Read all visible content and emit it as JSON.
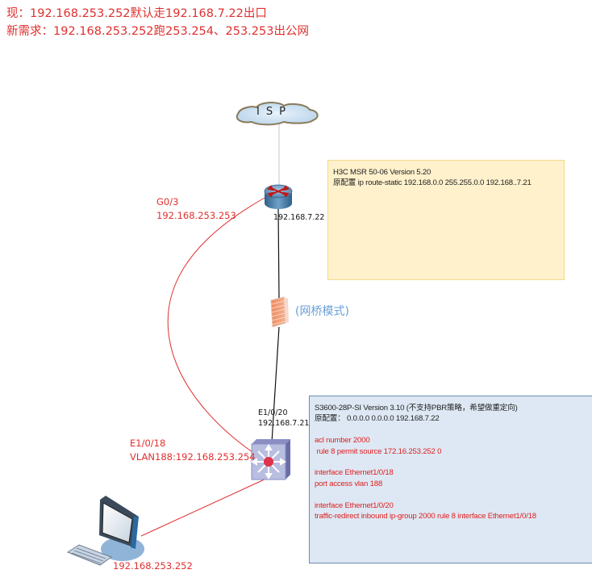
{
  "header": {
    "line1": "现：192.168.253.252默认走192.168.7.22出口",
    "line2": "新需求：192.168.253.252跑253.254、253.253出公网"
  },
  "nodes": {
    "isp": {
      "label": "ISP",
      "icon": "cloud-icon"
    },
    "router": {
      "icon": "router-icon",
      "ip_label": "192.168.7.22",
      "port_label": "G0/3",
      "port_ip": "192.168.253.253"
    },
    "firewall": {
      "icon": "firewall-icon",
      "mode_label": "(网桥模式)"
    },
    "switch": {
      "icon": "layer3-switch-icon",
      "uplink_port": "E1/0/20",
      "uplink_ip": "192.168.7.21",
      "access_port": "E1/0/18",
      "access_vlan_ip": "VLAN188:192.168.253.254"
    },
    "pc": {
      "icon": "desktop-pc-icon",
      "ip_label": "192.168.253.252"
    }
  },
  "notes": {
    "router": {
      "line1": "H3C  MSR 50-06    Version 5.20",
      "line2": "原配置  ip route-static 192.168.0.0 255.255.0.0 192.168..7.21"
    },
    "switch": {
      "line1": "S3600-28P-SI    Version 3.10 (不支持PBR策略，希望做重定向)",
      "line2": "原配置：  0.0.0.0 0.0.0.0 192.168.7.22",
      "acl1": "acl number 2000",
      "acl2": " rule 8 permit source 172.16.253.252 0",
      "if18_1": "interface Ethernet1/0/18",
      "if18_2": "port access vlan 188",
      "if20_1": "interface Ethernet1/0/20",
      "if20_2": "traffic-redirect inbound ip-group 2000 rule 8 interface Ethernet1/0/18"
    }
  },
  "links": [
    {
      "from": "isp",
      "to": "router",
      "color": "#c8c8c8"
    },
    {
      "from": "router",
      "to": "firewall",
      "color": "#111111"
    },
    {
      "from": "firewall",
      "to": "switch",
      "color": "#111111"
    },
    {
      "from": "router",
      "to": "switch",
      "color": "#e03030",
      "style": "curve"
    },
    {
      "from": "switch",
      "to": "pc",
      "color": "#e03030"
    }
  ]
}
